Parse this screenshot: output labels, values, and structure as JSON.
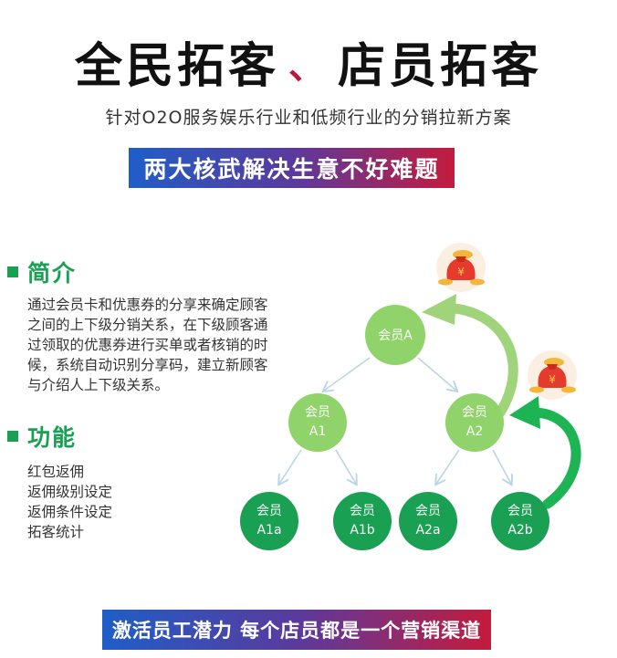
{
  "header": {
    "title_left": "全民拓客",
    "title_sep": "、",
    "title_right": "店员拓客",
    "subtitle": "针对O2O服务娱乐行业和低频行业的分销拉新方案"
  },
  "banner_top": {
    "text": "两大核武解决生意不好难题"
  },
  "intro": {
    "heading": "简介",
    "lines": [
      "通过会员卡和优惠券的分享来确定顾客",
      "之间的上下级分销关系，在下级顾客通",
      "过领取的优惠券进行买单或者核销的时",
      "候，系统自动识别分享码，建立新顾客",
      "与介绍人上下级关系。"
    ]
  },
  "features": {
    "heading": "功能",
    "items": [
      "红包返佣",
      "返佣级别设定",
      "返佣条件设定",
      "拓客统计"
    ]
  },
  "tree": {
    "root": {
      "line1": "会员A",
      "line2": ""
    },
    "level1": [
      {
        "line1": "会员",
        "line2": "A1"
      },
      {
        "line1": "会员",
        "line2": "A2"
      }
    ],
    "level2": [
      {
        "line1": "会员",
        "line2": "A1a"
      },
      {
        "line1": "会员",
        "line2": "A1b"
      },
      {
        "line1": "会员",
        "line2": "A2a"
      },
      {
        "line1": "会员",
        "line2": "A2b"
      }
    ],
    "colors": {
      "light_node": "#8fd36a",
      "dark_node": "#1aa052",
      "light_arrow": "#9fd47a",
      "dark_arrow": "#1db453"
    },
    "icons": [
      "money-bag-icon",
      "money-bag-icon"
    ]
  },
  "banner_bottom": {
    "text": "激活员工潜力 每个店员都是一个营销渠道"
  }
}
